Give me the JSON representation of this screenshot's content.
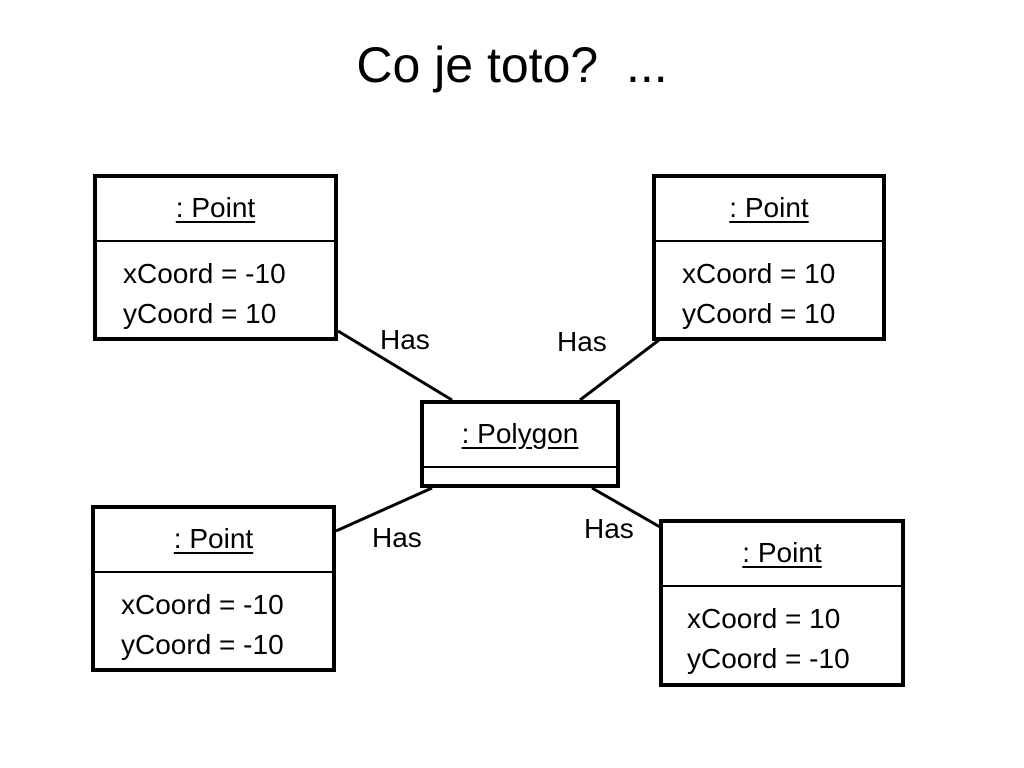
{
  "slide": {
    "title": "Co je toto?  ..."
  },
  "polygon": {
    "name": ": Polygon"
  },
  "points": [
    {
      "name": ": Point",
      "attrs": [
        "xCoord = -10",
        "yCoord = 10"
      ]
    },
    {
      "name": ": Point",
      "attrs": [
        "xCoord = 10",
        "yCoord = 10"
      ]
    },
    {
      "name": ": Point",
      "attrs": [
        "xCoord = -10",
        "yCoord = -10"
      ]
    },
    {
      "name": ": Point",
      "attrs": [
        "xCoord = 10",
        "yCoord = -10"
      ]
    }
  ],
  "links": [
    {
      "label": "Has"
    },
    {
      "label": "Has"
    },
    {
      "label": "Has"
    },
    {
      "label": "Has"
    }
  ]
}
